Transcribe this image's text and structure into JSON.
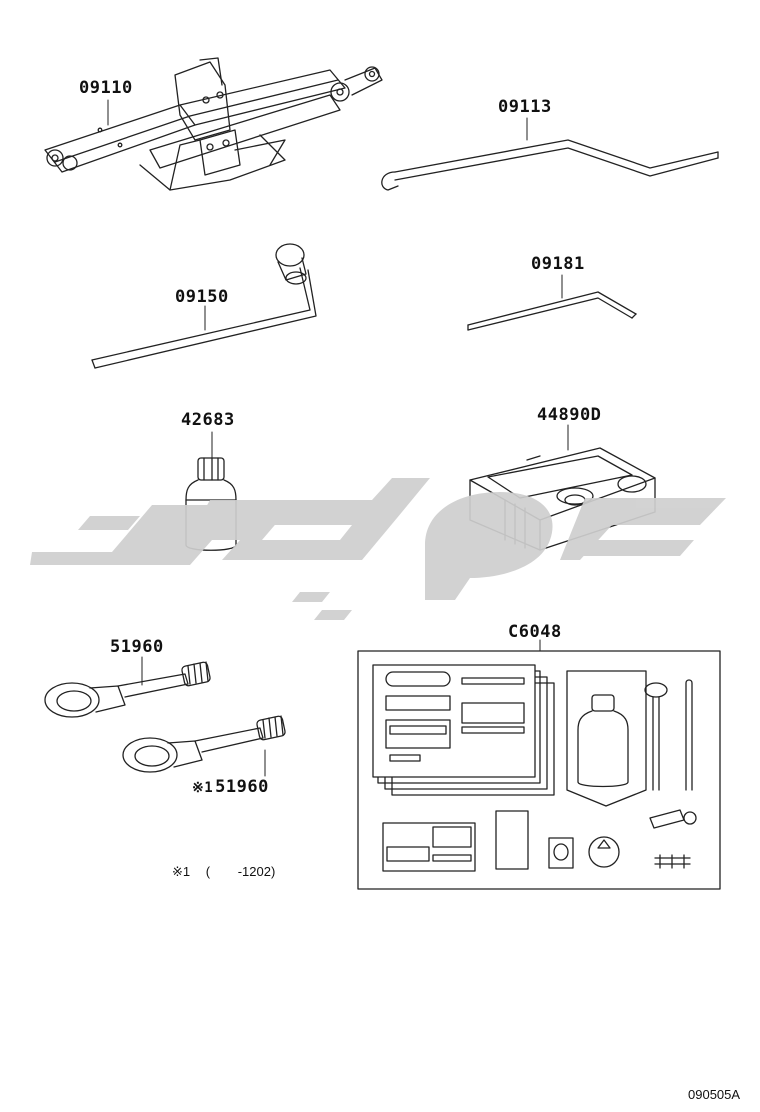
{
  "parts": {
    "jack": "09110",
    "jack_handle": "09113",
    "wheel_wrench": "09150",
    "screwdriver": "09181",
    "sealant_bottle": "42683",
    "compressor": "44890D",
    "tow_hook_1": "51960",
    "tow_hook_2": "51960",
    "repair_kit": "C6048"
  },
  "note": {
    "mark": "※1",
    "tow_hook_2_mark": "※1",
    "range_open": "(",
    "range_end": "-1202)"
  },
  "diagram_code": "090505A",
  "colors": {
    "watermark": "#cfcfcf",
    "line": "#222222"
  }
}
